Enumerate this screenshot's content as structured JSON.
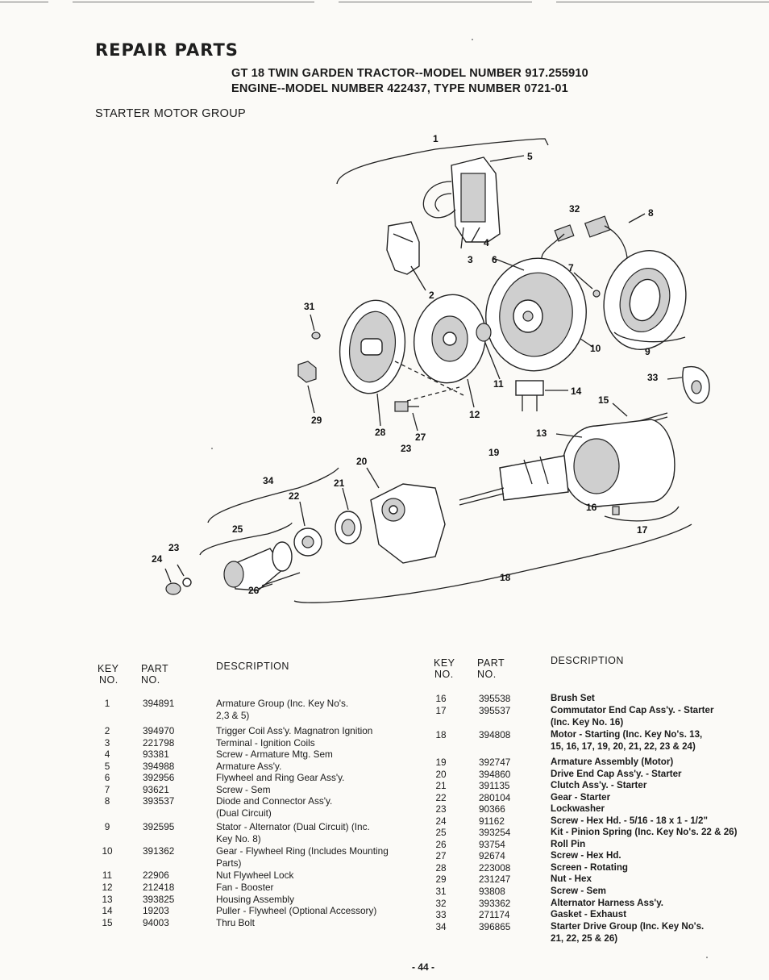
{
  "header": {
    "banner": "REPAIR PARTS",
    "line1": "GT 18 TWIN GARDEN TRACTOR--MODEL NUMBER 917.255910",
    "line2": "ENGINE--MODEL  NUMBER 422437, TYPE NUMBER 0721-01",
    "section": "STARTER MOTOR GROUP"
  },
  "diagram": {
    "callouts": [
      "1",
      "2",
      "3",
      "4",
      "5",
      "6",
      "7",
      "8",
      "9",
      "10",
      "11",
      "12",
      "13",
      "14",
      "15",
      "16",
      "17",
      "18",
      "19",
      "20",
      "21",
      "22",
      "23",
      "23",
      "24",
      "25",
      "26",
      "27",
      "28",
      "29",
      "31",
      "32",
      "33",
      "34"
    ]
  },
  "table_headers": {
    "key": "KEY",
    "no": "NO.",
    "part": "PART",
    "part_no": "NO.",
    "description": "DESCRIPTION"
  },
  "left_rows": [
    {
      "key": "1",
      "part": "394891",
      "desc": [
        "Armature Group (Inc. Key No's.",
        "2,3 & 5)"
      ]
    },
    {
      "key": "2",
      "part": "394970",
      "desc": [
        "Trigger Coil Ass'y. Magnatron Ignition"
      ]
    },
    {
      "key": "3",
      "part": "221798",
      "desc": [
        "Terminal - Ignition Coils"
      ]
    },
    {
      "key": "4",
      "part": "93381",
      "desc": [
        "Screw - Armature Mtg. Sem"
      ]
    },
    {
      "key": "5",
      "part": "394988",
      "desc": [
        "Armature Ass'y."
      ]
    },
    {
      "key": "6",
      "part": "392956",
      "desc": [
        "Flywheel and Ring Gear Ass'y."
      ]
    },
    {
      "key": "7",
      "part": "93621",
      "desc": [
        "Screw - Sem"
      ]
    },
    {
      "key": "8",
      "part": "393537",
      "desc": [
        "Diode and Connector Ass'y.",
        "(Dual Circuit)"
      ]
    },
    {
      "key": "9",
      "part": "392595",
      "desc": [
        "Stator - Alternator (Dual Circuit) (Inc.",
        "Key No. 8)"
      ]
    },
    {
      "key": "10",
      "part": "391362",
      "desc": [
        "Gear - Flywheel Ring (Includes Mounting",
        "Parts)"
      ]
    },
    {
      "key": "11",
      "part": "22906",
      "desc": [
        "Nut Flywheel Lock"
      ]
    },
    {
      "key": "12",
      "part": "212418",
      "desc": [
        "Fan - Booster"
      ]
    },
    {
      "key": "13",
      "part": "393825",
      "desc": [
        "Housing Assembly"
      ]
    },
    {
      "key": "14",
      "part": "19203",
      "desc": [
        "Puller - Flywheel (Optional Accessory)"
      ]
    },
    {
      "key": "15",
      "part": "94003",
      "desc": [
        "Thru Bolt"
      ]
    }
  ],
  "right_rows": [
    {
      "key": "16",
      "part": "395538",
      "desc": [
        "Brush Set"
      ]
    },
    {
      "key": "17",
      "part": "395537",
      "desc": [
        "Commutator End Cap Ass'y. - Starter",
        "(Inc. Key No. 16)"
      ]
    },
    {
      "key": "18",
      "part": "394808",
      "desc": [
        "Motor - Starting (Inc. Key No's. 13,",
        "15, 16, 17, 19, 20, 21, 22, 23 & 24)"
      ]
    },
    {
      "key": "19",
      "part": "392747",
      "desc": [
        "Armature Assembly (Motor)"
      ]
    },
    {
      "key": "20",
      "part": "394860",
      "desc": [
        "Drive End Cap Ass'y. - Starter"
      ]
    },
    {
      "key": "21",
      "part": "391135",
      "desc": [
        "Clutch Ass'y. - Starter"
      ]
    },
    {
      "key": "22",
      "part": "280104",
      "desc": [
        "Gear - Starter"
      ]
    },
    {
      "key": "23",
      "part": "90366",
      "desc": [
        "Lockwasher"
      ]
    },
    {
      "key": "24",
      "part": "91162",
      "desc": [
        "Screw - Hex Hd. - 5/16 - 18 x 1 - 1/2\""
      ]
    },
    {
      "key": "25",
      "part": "393254",
      "desc": [
        "Kit - Pinion Spring (Inc. Key No's. 22 & 26)"
      ]
    },
    {
      "key": "26",
      "part": "93754",
      "desc": [
        "Roll Pin"
      ]
    },
    {
      "key": "27",
      "part": "92674",
      "desc": [
        "Screw - Hex Hd."
      ]
    },
    {
      "key": "28",
      "part": "223008",
      "desc": [
        "Screen - Rotating"
      ]
    },
    {
      "key": "29",
      "part": "231247",
      "desc": [
        "Nut - Hex"
      ]
    },
    {
      "key": "31",
      "part": "93808",
      "desc": [
        "Screw - Sem"
      ]
    },
    {
      "key": "32",
      "part": "393362",
      "desc": [
        "Alternator Harness Ass'y."
      ]
    },
    {
      "key": "33",
      "part": "271174",
      "desc": [
        "Gasket - Exhaust"
      ]
    },
    {
      "key": "34",
      "part": "396865",
      "desc": [
        "Starter Drive Group (Inc. Key No's.",
        "21, 22, 25 & 26)"
      ]
    }
  ],
  "footer": {
    "page_number": "- 44 -"
  }
}
